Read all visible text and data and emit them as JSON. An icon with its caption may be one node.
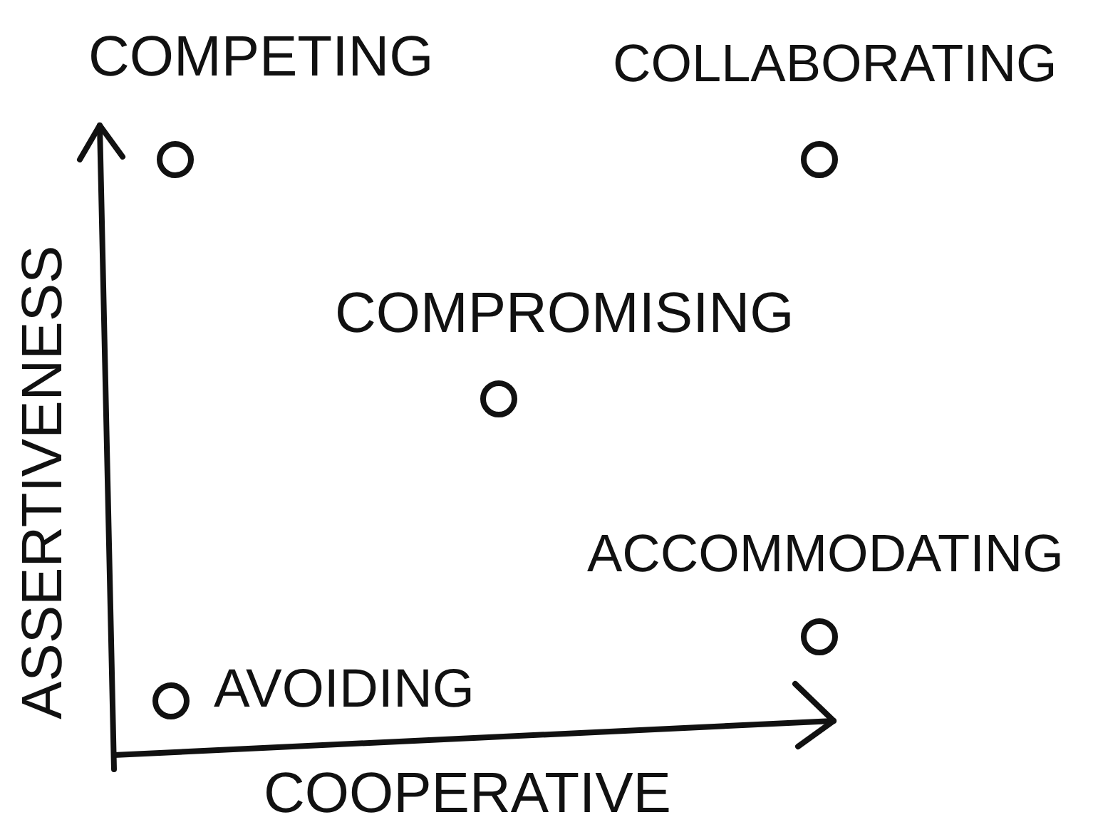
{
  "diagram": {
    "labels": [
      "COMPETING",
      "COLLABORATING",
      "COMPROMISING",
      "ASSERTIVENESS",
      "ACCOMMODATING",
      "AVOIDING",
      "COOPERATIVE"
    ]
  }
}
